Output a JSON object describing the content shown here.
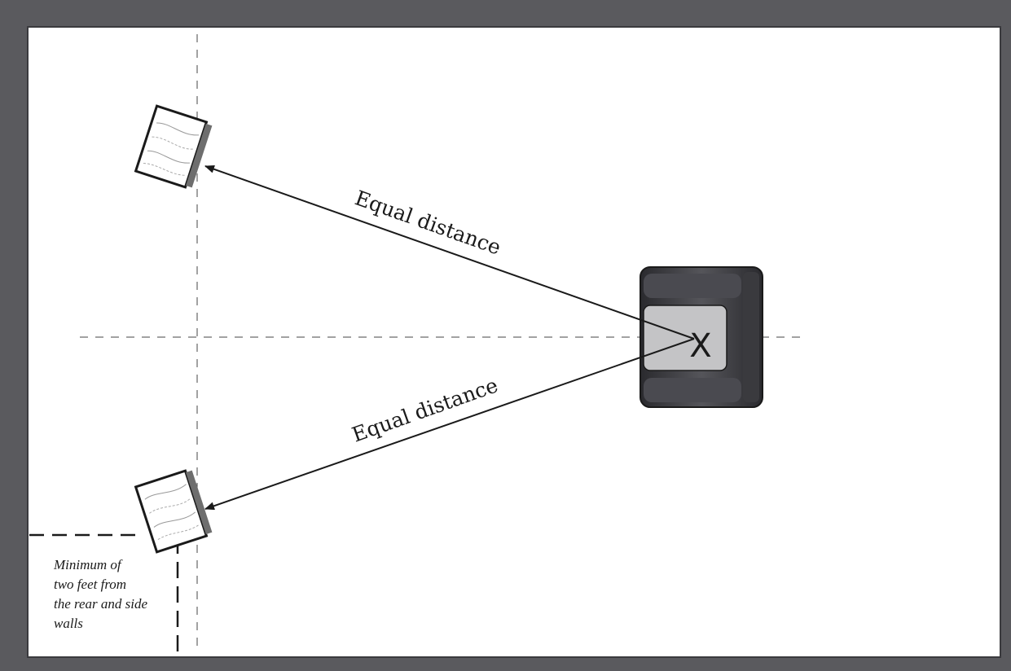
{
  "labels": {
    "top_distance": "Equal distance",
    "bottom_distance": "Equal distance",
    "listener_mark": "X"
  },
  "note": {
    "lines": [
      "Minimum of",
      "two feet from",
      "the rear and side",
      "walls"
    ]
  },
  "colors": {
    "border": "#5a5a5e",
    "floor": "#ffffff",
    "speaker_back": "#6e6e6e",
    "chair_frame": "#3a3a3e",
    "seat": "#c4c4c6",
    "line": "#1a1a1a"
  }
}
